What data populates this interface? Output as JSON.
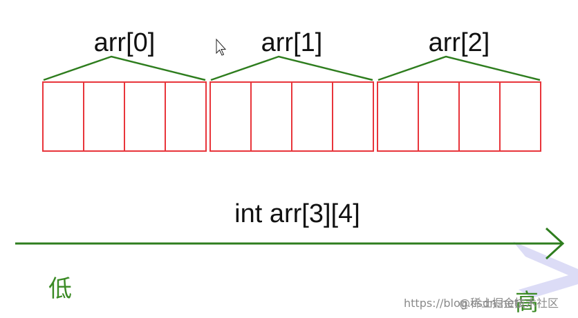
{
  "colors": {
    "cell_border": "#e8343a",
    "bracket": "#2e7d1e",
    "axis": "#2e7d1e",
    "text": "#111111",
    "axis_label": "#3a8a24",
    "watermark_mark": "#dcdcf6",
    "watermark_text": "#8a8a8a"
  },
  "diagram": {
    "declaration": "int arr[3][4]",
    "rows": [
      {
        "label": "arr[0]",
        "cells": 4
      },
      {
        "label": "arr[1]",
        "cells": 4
      },
      {
        "label": "arr[2]",
        "cells": 4
      }
    ],
    "axis": {
      "low_label": "低",
      "high_label": "高"
    }
  },
  "watermark": {
    "url_text": "https://blog.csdn.net/...",
    "brand_text": "@稀土掘金技术社区"
  }
}
